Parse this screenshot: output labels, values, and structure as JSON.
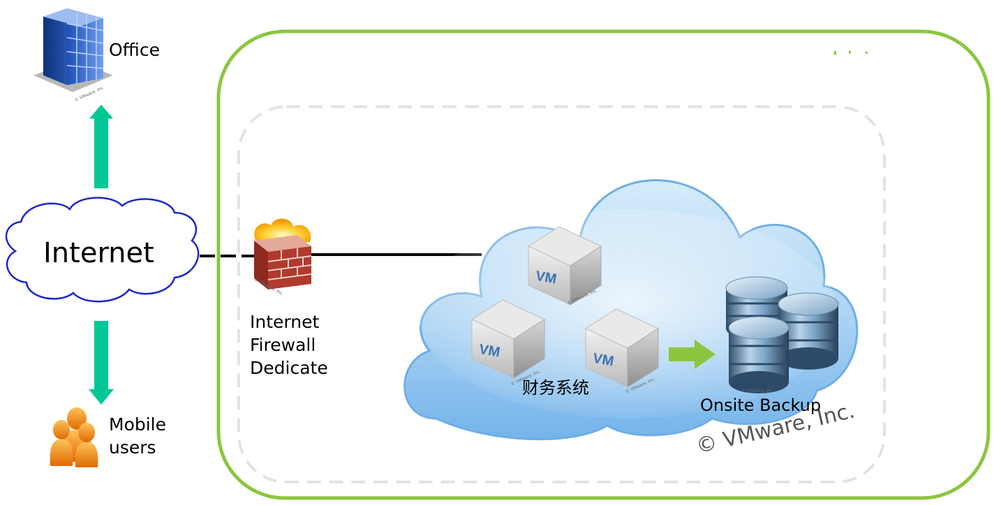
{
  "colors": {
    "outer_frame": "#8cc63f",
    "dashed_frame": "#e3e3e3",
    "teal_arrow": "#00c896",
    "backup_arrow": "#8cc63f",
    "cloud_blue": "#74b3ea",
    "firewall_red": "#b03a2e",
    "db_steel": "#5f87a8"
  },
  "nodes": {
    "office": {
      "label": "Office",
      "icon": "office-building-icon"
    },
    "internet": {
      "label": "Internet",
      "icon": "cloud-outline-icon"
    },
    "mobile": {
      "label": "Mobile\nusers",
      "icon": "people-icon"
    },
    "firewall": {
      "label": "Internet\nFirewall\nDedicate",
      "icon": "firewall-icon"
    },
    "vm_group": {
      "label": "财务系统",
      "icon": "vm-cube-icon",
      "vm_text": "VM",
      "count": 3
    },
    "backup": {
      "label": "Onsite Backup",
      "icon": "database-stack-icon"
    }
  },
  "cloud": {
    "icon": "cloud-icon"
  },
  "copyright": {
    "main": "© VMware, Inc.",
    "icon_small": "© VMware, Inc."
  }
}
